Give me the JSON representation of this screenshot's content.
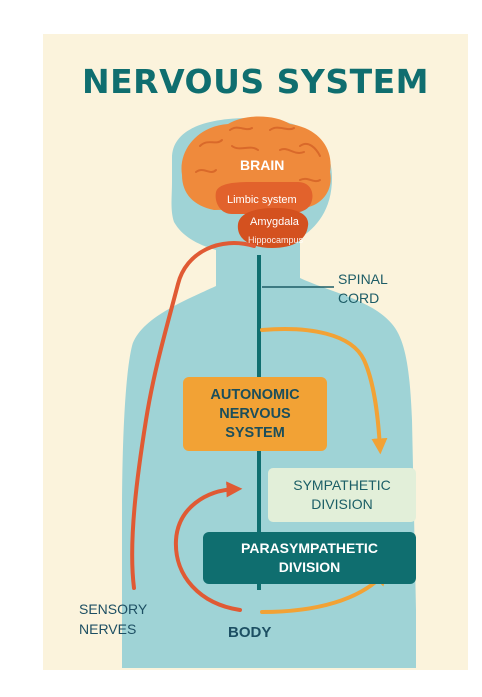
{
  "title": "NERVOUS SYSTEM",
  "brain": {
    "label": "BRAIN",
    "limbic_system": "Limbic system",
    "amygdala": "Amygdala",
    "hippocampus": "Hippocampus"
  },
  "spinal_cord": {
    "line1": "SPINAL",
    "line2": "CORD"
  },
  "autonomic": {
    "line1": "AUTONOMIC",
    "line2": "NERVOUS",
    "line3": "SYSTEM"
  },
  "sympathetic": {
    "line1": "SYMPATHETIC",
    "line2": "DIVISION"
  },
  "parasympathetic": {
    "line1": "PARASYMPATHETIC",
    "line2": "DIVISION"
  },
  "sensory_nerves": {
    "line1": "SENSORY",
    "line2": "NERVES"
  },
  "body": "BODY",
  "colors": {
    "background": "#fbf3dc",
    "silhouette": "#9fd3d6",
    "brain": "#ef8a3c",
    "limbic": "#e2622c",
    "teal": "#0f6e6f",
    "nerve_red": "#e05a34",
    "nerve_orange": "#f2a235",
    "box_orange": "#f2a235",
    "box_green": "#e2efd9"
  }
}
